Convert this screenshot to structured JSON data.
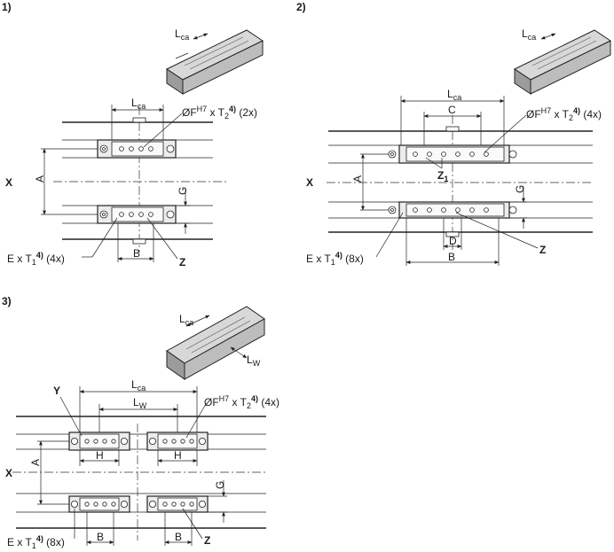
{
  "figure_labels": {
    "fig1": "1)",
    "fig2": "2)",
    "fig3": "3)"
  },
  "dimensions": {
    "Lca": "L",
    "Lca_sub": "ca",
    "Lw": "L",
    "Lw_sub": "W",
    "A": "A",
    "B": "B",
    "C": "C",
    "D": "D",
    "G": "G",
    "H": "H"
  },
  "axes": {
    "X": "X",
    "Y": "Y",
    "Z": "Z",
    "Z1": "Z",
    "Z1_sub": "1"
  },
  "callouts": {
    "dowel_prefix": "ØF",
    "dowel_sup": "H7",
    "dowel_mid": " x T",
    "dowel_sub": "2",
    "note_sup": "4)",
    "dowel_count_2x": " (2x)",
    "dowel_count_4x": " (4x)",
    "screw_prefix": "E x T",
    "screw_sub": "1",
    "screw_count_4x": " (4x)",
    "screw_count_8x": " (8x)"
  },
  "colors": {
    "line": "#222222",
    "plate_fill": "#ececec",
    "background": "#ffffff"
  }
}
